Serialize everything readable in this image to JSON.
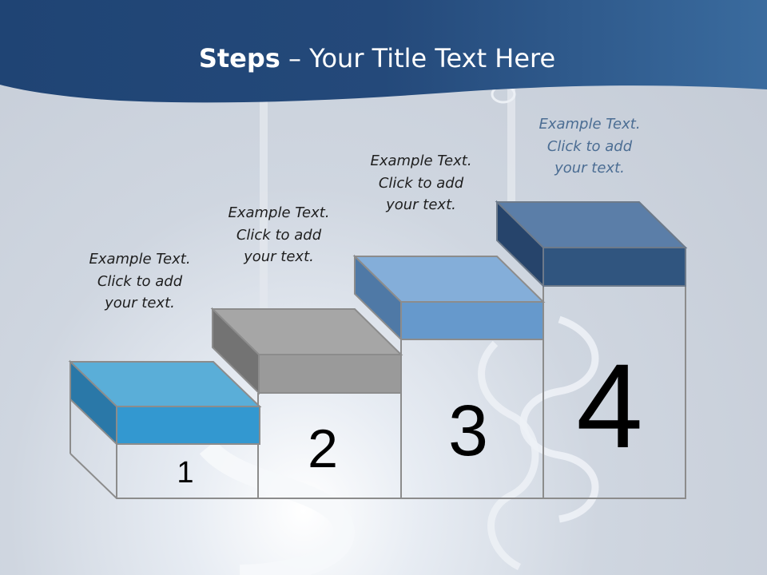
{
  "slide": {
    "title_bold": "Steps",
    "title_rest": " – Your Title Text Here"
  },
  "steps": [
    {
      "number": "1",
      "caption": [
        "Example Text.",
        "Click  to add",
        "your text."
      ],
      "color": "#3399cc"
    },
    {
      "number": "2",
      "caption": [
        "Example Text.",
        "Click  to add",
        "your text."
      ],
      "color": "#a6a6a6"
    },
    {
      "number": "3",
      "caption": [
        "Example Text.",
        "Click  to add",
        "your text."
      ],
      "color": "#6699cc"
    },
    {
      "number": "4",
      "caption": [
        "Example Text.",
        "Click  to add",
        "your text."
      ],
      "color": "#30557f"
    }
  ],
  "colors": {
    "header": "#2a5283",
    "background": "#c8cfd9",
    "outline": "#8c8c8c"
  }
}
